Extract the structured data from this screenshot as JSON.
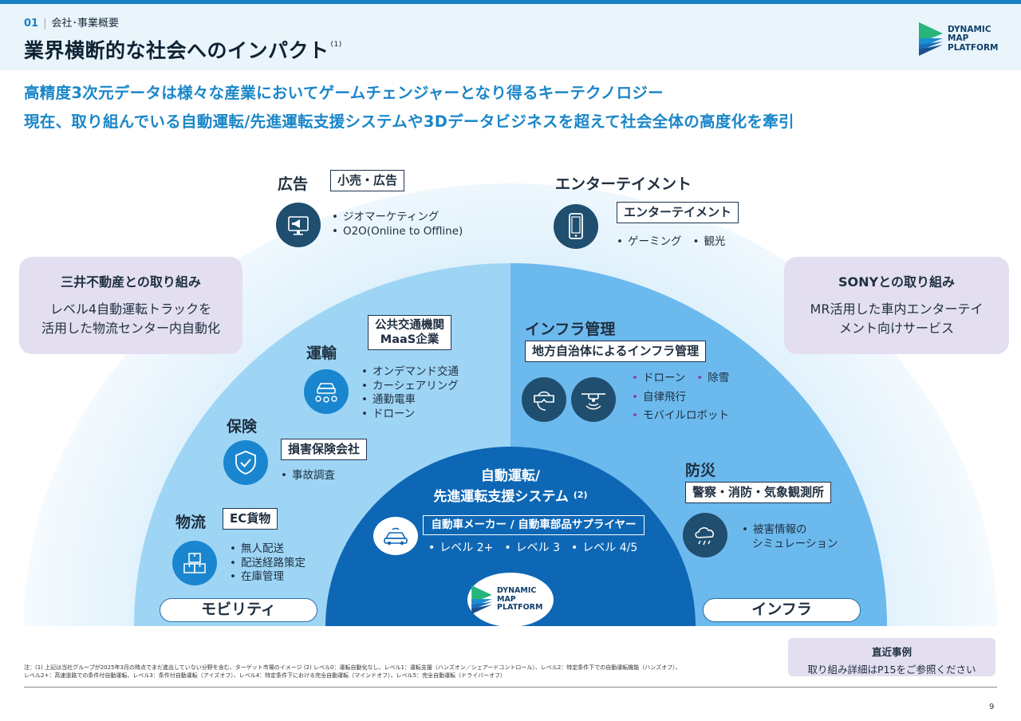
{
  "header": {
    "section_number": "01",
    "section_name": "会社･事業概要",
    "title": "業界横断的な社会へのインパクト",
    "title_note": "(1)"
  },
  "logo": {
    "line1": "DYNAMIC",
    "line2": "MAP",
    "line3": "PLATFORM"
  },
  "headline": {
    "line1": "高精度3次元データは様々な産業においてゲームチェンジャーとなり得るキーテクノロジー",
    "line2": "現在、取り組んでいる自動運転/先進運転支援システムや3Dデータビジネスを超えて社会全体の高度化を牽引"
  },
  "advertising": {
    "label": "広告",
    "box": "小売・広告",
    "items": [
      "ジオマーケティング",
      "O2O(Online to Offline)"
    ]
  },
  "entertainment": {
    "label": "エンターテイメント",
    "box": "エンターテイメント",
    "items": [
      "ゲーミング",
      "観光"
    ]
  },
  "partner_mitsui": {
    "title": "三井不動産との取り組み",
    "line1": "レベル4自動運転トラックを",
    "line2": "活用した物流センター内自動化"
  },
  "partner_sony": {
    "title": "SONYとの取り組み",
    "line1": "MR活用した車内エンターテイ",
    "line2": "メント向けサービス"
  },
  "transport": {
    "label": "運輸",
    "box_line1": "公共交通機関",
    "box_line2": "MaaS企業",
    "items": [
      "オンデマンド交通",
      "カーシェアリング",
      "通勤電車",
      "ドローン"
    ]
  },
  "insurance": {
    "label": "保険",
    "box": "損害保険会社",
    "items": [
      "事故調査"
    ]
  },
  "logistics": {
    "label": "物流",
    "box": "EC貨物",
    "items": [
      "無人配送",
      "配送経路策定",
      "在庫管理"
    ]
  },
  "infra_mgmt": {
    "label": "インフラ管理",
    "box": "地方自治体によるインフラ管理",
    "item1a": "ドローン",
    "item1b": "除雪",
    "item2": "自律飛行",
    "item3": "モバイルロボット"
  },
  "disaster": {
    "label": "防災",
    "box": "警察・消防・気象観測所",
    "item_line1": "被害情報の",
    "item_line2": "シミュレーション"
  },
  "core": {
    "title_line1": "自動運転/",
    "title_line2": "先進運転支援システム",
    "title_note": "(2)",
    "box": "自動車メーカー / 自動車部品サプライヤー",
    "levels": [
      "レベル 2+",
      "レベル 3",
      "レベル 4/5"
    ]
  },
  "pills": {
    "mobility": "モビリティ",
    "infra": "インフラ"
  },
  "latest": {
    "title": "直近事例",
    "body": "取り組み詳細はP15をご参照ください"
  },
  "footnote": {
    "line1": "注：(1) 上記は当社グループが2025年3月の時点でまだ進出していない分野を含む、ターゲット市場のイメージ (2) レベル0：運転自動化なし、レベル1：運転支援（ハンズオン／シェアードコントロール）、レベル2：特定条件下での自動運転機能（ハンズオフ）、",
    "line2": "レベル2+：高速道路での条件付自動運転、レベル3：条件付自動運転（アイズオフ）、レベル4：特定条件下における完全自動運転（マインドオフ）、レベル5：完全自動運転（ドライバーオフ）"
  },
  "page_number": "9",
  "colors": {
    "accent": "#1a86c8",
    "outer_arc": "#dff0fb",
    "left_ring": "#9ed5f5",
    "right_ring": "#6cb9ee",
    "core": "#0e67b5",
    "partner_box": "#e3dff0"
  }
}
